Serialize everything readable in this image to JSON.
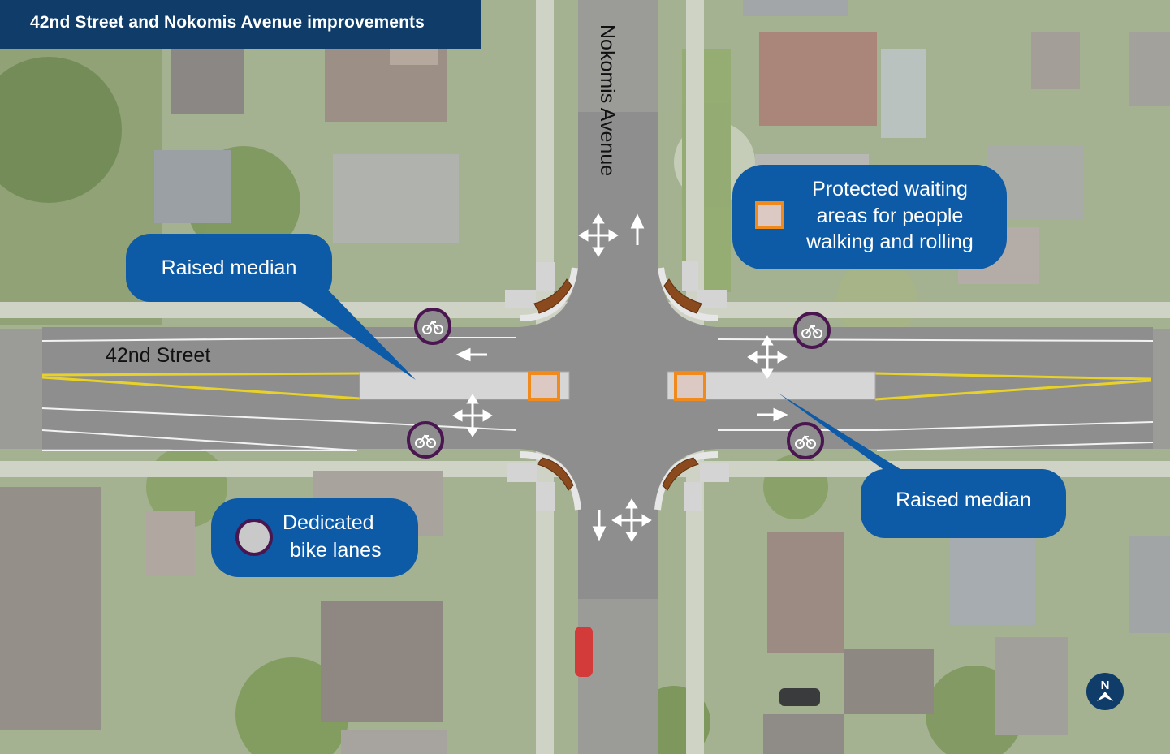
{
  "title": "42nd Street and Nokomis Avenue improvements",
  "streets": {
    "east_west": "42nd Street",
    "north_south": "Nokomis Avenue"
  },
  "callouts": {
    "raised_median_west": "Raised median",
    "raised_median_east": "Raised median",
    "waiting_areas": [
      "Protected waiting",
      "areas for people",
      "walking and rolling"
    ],
    "bike_lanes": [
      "Dedicated",
      "bike lanes"
    ]
  },
  "compass_label": "N",
  "colors": {
    "header_bg": "#0f3c68",
    "bubble_bg": "#0d5aa7",
    "road": "#8e8e8e",
    "median": "#d6d6d6",
    "yellow_line": "#e8d22a",
    "waiting_area_outline": "#f08a1c",
    "bike_marker_outline": "#4a1650",
    "planter": "#8a4a1e"
  },
  "icons": [
    "bike-lane-marker-icon",
    "turn-arrow-icon",
    "north-arrow-icon",
    "car-icon"
  ]
}
